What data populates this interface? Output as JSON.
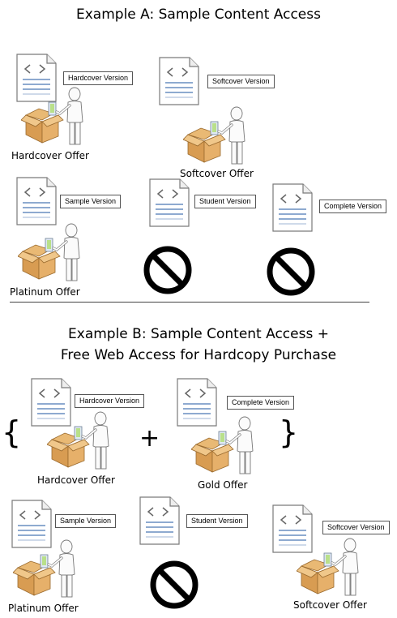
{
  "example_a": {
    "title": "Example A:  Sample Content Access",
    "row1": [
      {
        "version": "Hardcover Version",
        "offer": "Hardcover  Offer"
      },
      {
        "version": "Softcover Version",
        "offer": "Softcover Offer"
      }
    ],
    "row2": [
      {
        "version": "Sample Version",
        "offer": "Platinum Offer"
      },
      {
        "version": "Student Version"
      },
      {
        "version": "Complete Version"
      }
    ]
  },
  "example_b": {
    "title_line1": "Example B:  Sample Content Access +",
    "title_line2": "Free Web Access for Hardcopy Purchase",
    "bundle": [
      {
        "version": "Hardcover Version",
        "offer": "Hardcover  Offer"
      },
      {
        "version": "Complete Version",
        "offer": "Gold Offer"
      }
    ],
    "open_brace": "{",
    "plus": "+",
    "close_brace": "}",
    "row2": [
      {
        "version": "Sample Version",
        "offer": "Platinum Offer"
      },
      {
        "version": "Student Version"
      },
      {
        "version": "Softcover Version",
        "offer": "Softcover Offer"
      }
    ]
  },
  "icons": [
    "document-icon",
    "person-with-box-icon",
    "prohibited-icon"
  ],
  "colors": {
    "box": "#d7a25e",
    "prohibited": "#000000",
    "doc_lines": "#4a78b5"
  }
}
